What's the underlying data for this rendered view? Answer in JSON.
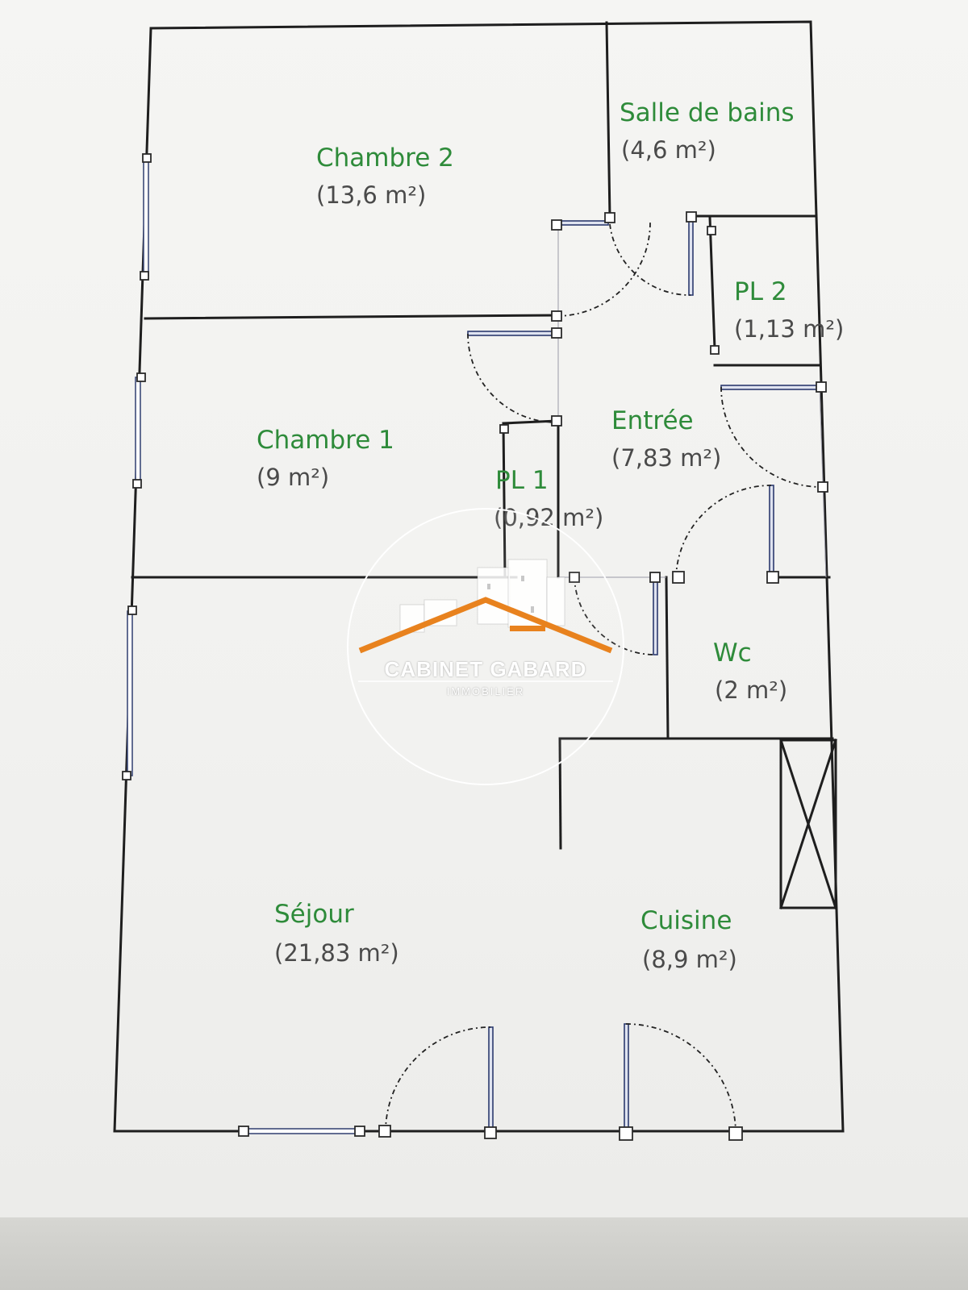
{
  "rooms": {
    "chambre2": {
      "name": "Chambre 2",
      "area": "(13,6 m²)"
    },
    "salle_de_bains": {
      "name": "Salle de bains",
      "area": "(4,6 m²)"
    },
    "pl2": {
      "name": "PL 2",
      "area": "(1,13 m²)"
    },
    "chambre1": {
      "name": "Chambre 1",
      "area": "(9 m²)"
    },
    "entree": {
      "name": "Entrée",
      "area": "(7,83 m²)"
    },
    "pl1": {
      "name": "PL 1",
      "area": "(0,92 m²)"
    },
    "wc": {
      "name": "Wc",
      "area": "(2 m²)"
    },
    "sejour": {
      "name": "Séjour",
      "area": "(21,83 m²)"
    },
    "cuisine": {
      "name": "Cuisine",
      "area": "(8,9 m²)"
    }
  },
  "watermark": {
    "name": "CABINET GABARD",
    "subtitle": "IMMOBILIER",
    "accent_color": "#e8821e"
  },
  "colors": {
    "room_label": "#2e8b3a",
    "area_label": "#4a4a4a",
    "wall": "#1e1e1e"
  }
}
